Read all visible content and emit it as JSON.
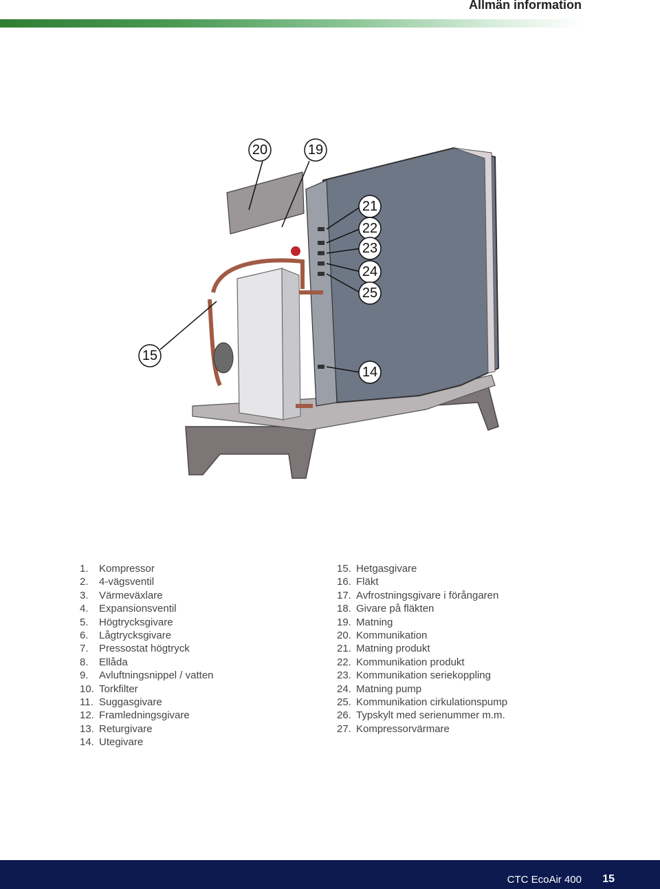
{
  "header": {
    "title": "Allmän information"
  },
  "figure": {
    "callouts": [
      "20",
      "19",
      "21",
      "22",
      "23",
      "24",
      "25",
      "15",
      "14"
    ]
  },
  "legend_left": [
    {
      "num": "1.",
      "label": "Kompressor"
    },
    {
      "num": "2.",
      "label": "4-vägsventil"
    },
    {
      "num": "3.",
      "label": "Värmeväxlare"
    },
    {
      "num": "4.",
      "label": "Expansionsventil"
    },
    {
      "num": "5.",
      "label": "Högtrycksgivare"
    },
    {
      "num": "6.",
      "label": "Lågtrycksgivare"
    },
    {
      "num": "7.",
      "label": "Pressostat högtryck"
    },
    {
      "num": "8.",
      "label": "Ellåda"
    },
    {
      "num": "9.",
      "label": "Avluftningsnippel / vatten"
    },
    {
      "num": "10.",
      "label": "Torkfilter"
    },
    {
      "num": "11.",
      "label": "Suggasgivare"
    },
    {
      "num": "12.",
      "label": "Framledningsgivare"
    },
    {
      "num": "13.",
      "label": "Returgivare"
    },
    {
      "num": "14.",
      "label": "Utegivare"
    }
  ],
  "legend_right": [
    {
      "num": "15.",
      "label": "Hetgasgivare"
    },
    {
      "num": "16.",
      "label": "Fläkt"
    },
    {
      "num": "17.",
      "label": "Avfrostningsgivare i förångaren"
    },
    {
      "num": "18.",
      "label": "Givare på fläkten"
    },
    {
      "num": "19.",
      "label": "Matning"
    },
    {
      "num": "20.",
      "label": "Kommunikation"
    },
    {
      "num": "21.",
      "label": "Matning produkt"
    },
    {
      "num": "22.",
      "label": "Kommunikation produkt"
    },
    {
      "num": "23.",
      "label": "Kommunikation seriekoppling"
    },
    {
      "num": "24.",
      "label": "Matning pump"
    },
    {
      "num": "25.",
      "label": "Kommunikation cirkulationspump"
    },
    {
      "num": "26.",
      "label": "Typskylt med serienummer m.m."
    },
    {
      "num": "27.",
      "label": "Kompressorvärmare"
    }
  ],
  "footer": {
    "product": "CTC EcoAir 400",
    "page": "15"
  }
}
